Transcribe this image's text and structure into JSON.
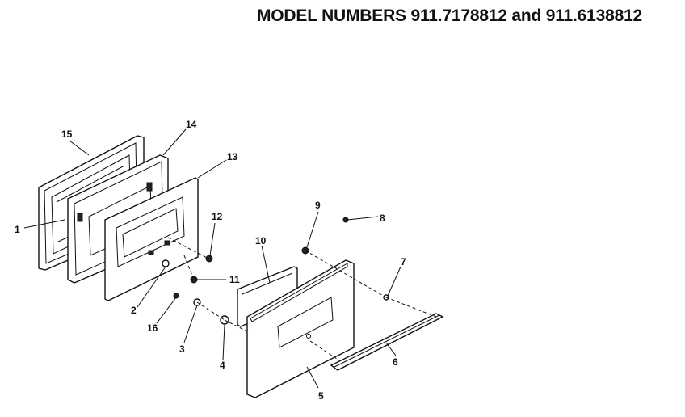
{
  "header": {
    "title": "MODEL NUMBERS 911.7178812 and 911.6138812"
  },
  "callouts": {
    "c1": "1",
    "c2": "2",
    "c3": "3",
    "c4": "4",
    "c5": "5",
    "c6": "6",
    "c7": "7",
    "c8": "8",
    "c9": "9",
    "c10": "10",
    "c11": "11",
    "c12": "12",
    "c13": "13",
    "c14": "14",
    "c15": "15",
    "c16": "16"
  }
}
